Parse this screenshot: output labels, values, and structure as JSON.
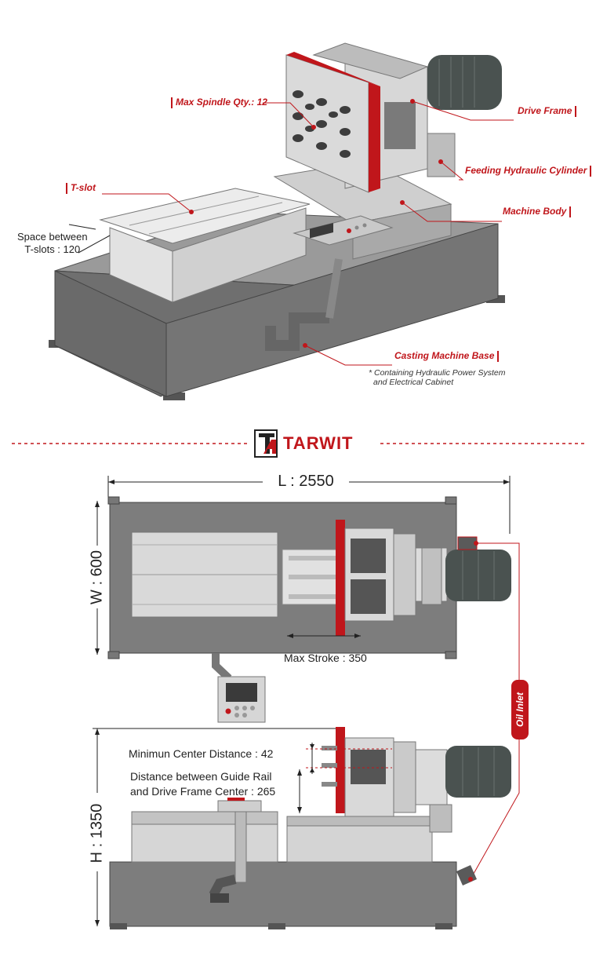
{
  "callouts": {
    "max_spindle": "Max Spindle Qty.: 12",
    "drive_frame": "Drive Frame",
    "feeding_cylinder": "Feeding Hydraulic Cylinder",
    "t_slot": "T-slot",
    "machine_body": "Machine Body",
    "casting_base": "Casting Machine Base",
    "casting_note_line1": "* Containing Hydraulic Power System",
    "casting_note_line2": "and Electrical Cabinet"
  },
  "tslot_spacing": {
    "line1": "Space between",
    "line2": "T-slots : 120"
  },
  "brand": {
    "name": "TARWIT",
    "logo_letters": "TA"
  },
  "dimensions": {
    "length": "L : 2550",
    "width": "W : 600",
    "height": "H : 1350",
    "max_stroke": "Max Stroke : 350",
    "min_center_distance": "Minimun Center Distance : 42",
    "guide_rail_line1": "Distance between Guide Rail",
    "guide_rail_line2": "and Drive Frame Center : 265",
    "oil_inlet": "Oil Inlet"
  },
  "colors": {
    "accent": "#c0161b",
    "body_gray": "#7d7d7d",
    "light_gray": "#d6d6d6",
    "motor_dark": "#4a5250"
  }
}
